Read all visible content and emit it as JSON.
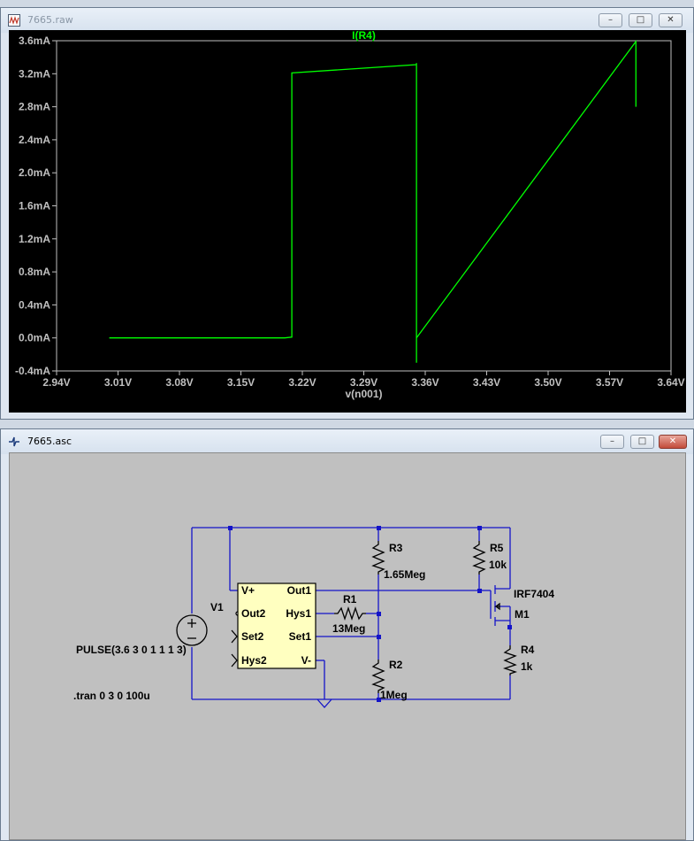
{
  "plot_window": {
    "title": "7665.raw",
    "buttons": {
      "minimize": "–",
      "maximize": "□",
      "close": "✕"
    },
    "icon": "waveform-icon"
  },
  "schematic_window": {
    "title": "7665.asc",
    "buttons": {
      "minimize": "–",
      "maximize": "□",
      "close": "✕"
    },
    "icon": "schematic-icon"
  },
  "colors": {
    "trace": "#00ff00",
    "axis_text": "#c0c0c0",
    "plot_bg": "#000000",
    "schematic_bg": "#c0c0c0",
    "wire": "#1414c8",
    "ic_fill": "#ffffc0"
  },
  "chart_data": {
    "type": "line",
    "title": "I(R4)",
    "xlabel": "v(n001)",
    "ylabel": "",
    "xlim": [
      2.94,
      3.64
    ],
    "ylim": [
      -0.4,
      3.6
    ],
    "x_ticks": [
      "2.94V",
      "3.01V",
      "3.08V",
      "3.15V",
      "3.22V",
      "3.29V",
      "3.36V",
      "3.43V",
      "3.50V",
      "3.57V",
      "3.64V"
    ],
    "y_ticks": [
      "-0.4mA",
      "0.0mA",
      "0.4mA",
      "0.8mA",
      "1.2mA",
      "1.6mA",
      "2.0mA",
      "2.4mA",
      "2.8mA",
      "3.2mA",
      "3.6mA"
    ],
    "series": [
      {
        "name": "I(R4)",
        "x": [
          3.0,
          3.2,
          3.208,
          3.208,
          3.35,
          3.35,
          3.35,
          3.35,
          3.6,
          3.6
        ],
        "y": [
          0.0,
          0.0,
          0.01,
          3.21,
          3.31,
          3.33,
          -0.3,
          0.0,
          3.59,
          2.8
        ]
      }
    ]
  },
  "schematic": {
    "ic": {
      "pins_left": [
        "V+",
        "Out2",
        "Set2",
        "Hys2"
      ],
      "pins_right": [
        "Out1",
        "Hys1",
        "Set1",
        "V-"
      ]
    },
    "V1": {
      "name": "V1",
      "value": "PULSE(3.6 3 0 1 1 1 3)"
    },
    "R1": {
      "name": "R1",
      "value": "13Meg"
    },
    "R2": {
      "name": "R2",
      "value": "1Meg"
    },
    "R3": {
      "name": "R3",
      "value": "1.65Meg"
    },
    "R4": {
      "name": "R4",
      "value": "1k"
    },
    "R5": {
      "name": "R5",
      "value": "10k"
    },
    "M1": {
      "name": "M1",
      "value": "IRF7404"
    },
    "directive": ".tran 0 3 0 100u"
  }
}
